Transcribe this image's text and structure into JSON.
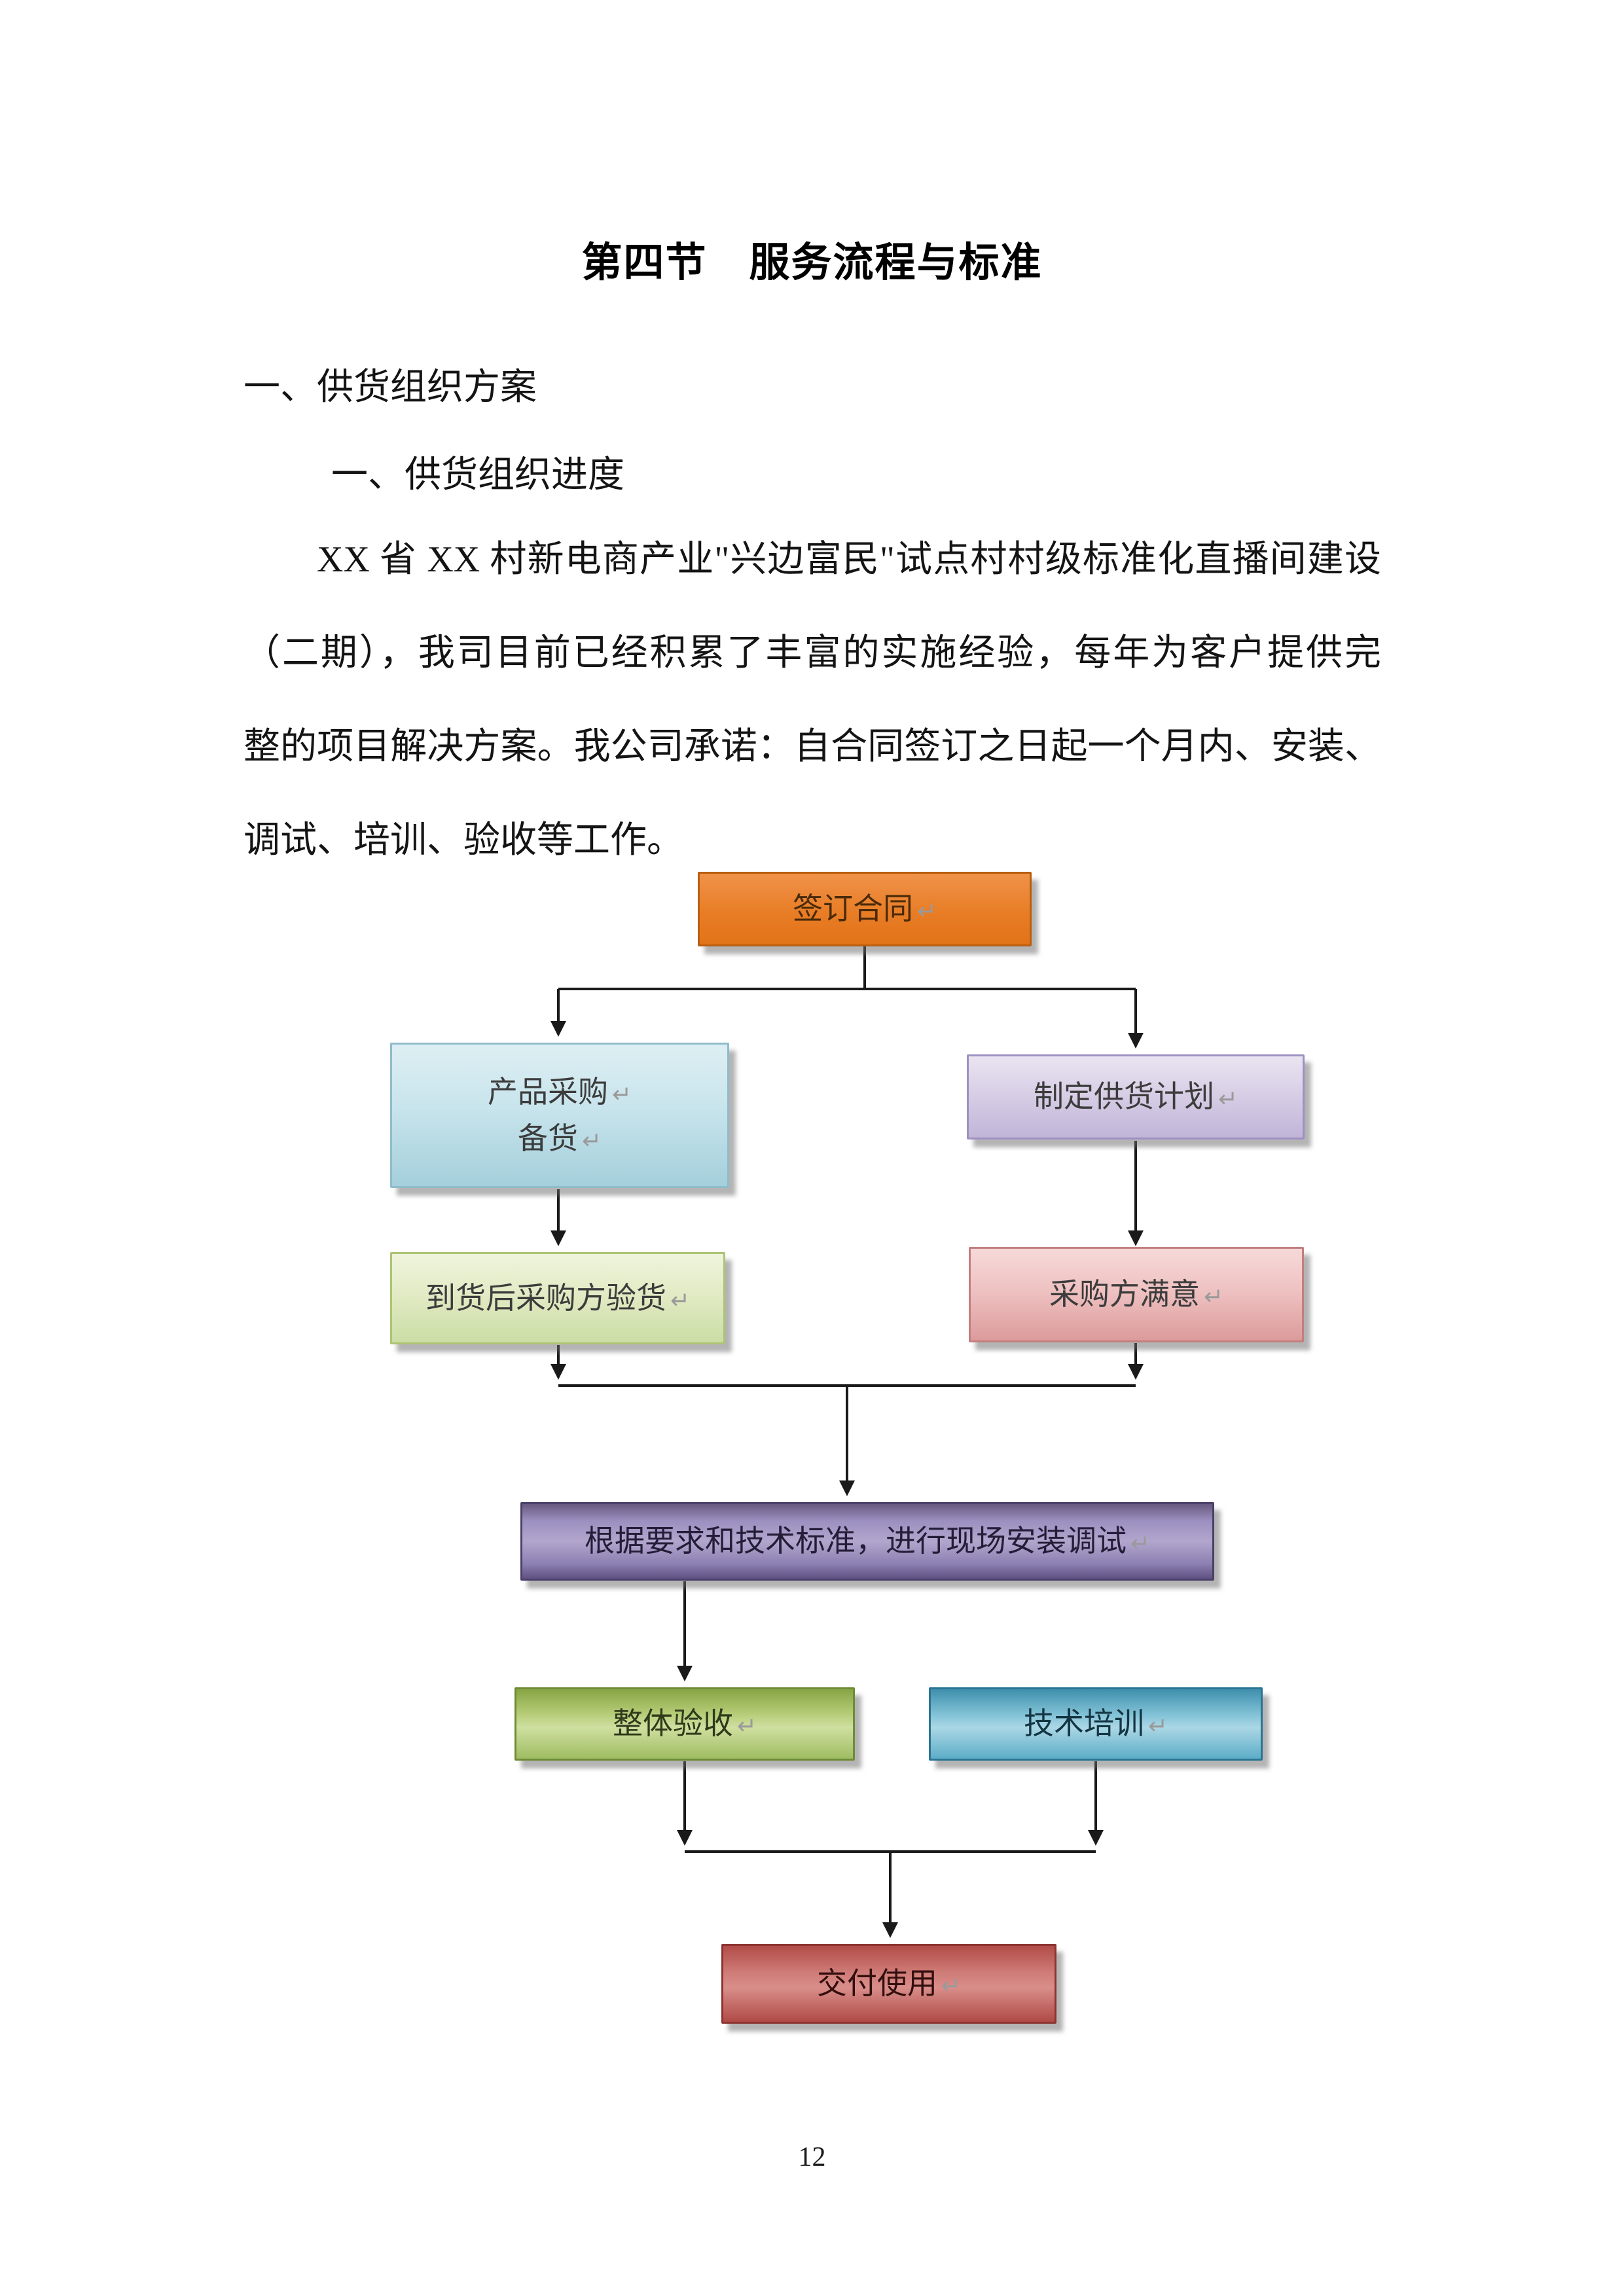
{
  "page": {
    "title": "第四节　服务流程与标准",
    "heading1": "一、供货组织方案",
    "heading2": "一、供货组织进度",
    "paragraph_lines": [
      "XX 省 XX 村新电商产业\"兴边富民\"试点村村级标准化直播间建设",
      "（二期），我司目前已经积累了丰富的实施经验，每年为客户提供完",
      "整的项目解决方案。我公司承诺：自合同签订之日起一个月内、安装、",
      "调试、培训、验收等工作。"
    ],
    "page_number": "12"
  },
  "flowchart": {
    "return_mark": "↵",
    "line_color": "#1a1a1a",
    "nodes": [
      {
        "name": "sign-contract",
        "lines": [
          "签订合同"
        ],
        "gradient": [
          "#f0924a 0%",
          "#e87d26 55%",
          "#e27318 100%"
        ],
        "border": "#bb5e0f",
        "text": "#4a2a08"
      },
      {
        "name": "product-procurement-stocking",
        "lines": [
          "产品采购",
          "备货"
        ],
        "gradient": [
          "#ddeff3 0%",
          "#c8e4ec 45%",
          "#a4cfdb 100%"
        ],
        "border": "#8fbccb",
        "text": "#3c3c3c"
      },
      {
        "name": "make-supply-plan",
        "lines": [
          "制定供货计划"
        ],
        "gradient": [
          "#eae4f1 0%",
          "#d8cfe6 45%",
          "#c1b5d8 100%"
        ],
        "border": "#9d90c2",
        "text": "#3c3c3c"
      },
      {
        "name": "buyer-inspection-on-arrival",
        "lines": [
          "到货后采购方验货"
        ],
        "gradient": [
          "#eff4dc 0%",
          "#e2ebc5 45%",
          "#cbdea5 100%"
        ],
        "border": "#adc473",
        "text": "#3c3c3c"
      },
      {
        "name": "buyer-satisfied",
        "lines": [
          "采购方满意"
        ],
        "gradient": [
          "#f6d9d9 0%",
          "#efc2c2 45%",
          "#dc9b9b 100%"
        ],
        "border": "#c47e7e",
        "text": "#3c3c3c"
      },
      {
        "name": "onsite-installation-debugging",
        "lines": [
          "根据要求和技术标准，进行现场安装调试"
        ],
        "gradient": [
          "#67597f 0%",
          "#9c8fc0 22%",
          "#b2a6cd 50%",
          "#8d80b2 80%",
          "#5e5181 100%"
        ],
        "border": "#4a4069",
        "text": "#241d38"
      },
      {
        "name": "overall-acceptance",
        "lines": [
          "整体验收"
        ],
        "gradient": [
          "#87a544 0%",
          "#b5cc77 35%",
          "#cfdfa0 55%",
          "#9fbd62 100%"
        ],
        "border": "#6d8c35",
        "text": "#30391a"
      },
      {
        "name": "technical-training",
        "lines": [
          "技术培训"
        ],
        "gradient": [
          "#3f8fac 0%",
          "#7fc0d5 35%",
          "#abd7e5 55%",
          "#5cadc7 100%"
        ],
        "border": "#2b7493",
        "text": "#143543"
      },
      {
        "name": "delivery-for-use",
        "lines": [
          "交付使用"
        ],
        "gradient": [
          "#b24c48 0%",
          "#cf7b77 35%",
          "#d98e8a 55%",
          "#b04a46 100%"
        ],
        "border": "#8c3431",
        "text": "#330f0e"
      }
    ]
  }
}
